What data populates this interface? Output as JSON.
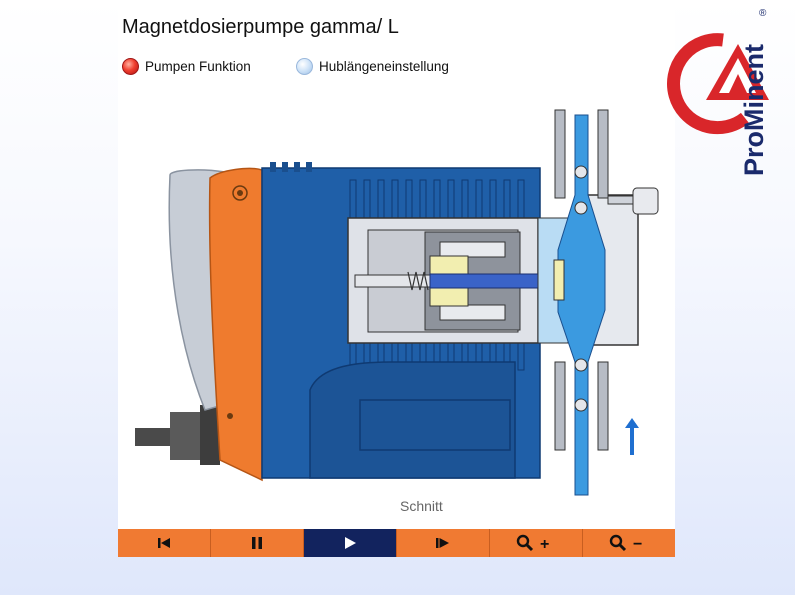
{
  "title": "Magnetdosierpumpe gamma/ L",
  "options": {
    "pump_function": "Pumpen Funktion",
    "stroke_length": "Hublängeneinstellung"
  },
  "caption": "Schnitt",
  "brand": {
    "logo_text": "ProMinent",
    "registered_mark": "®"
  },
  "toolbar": {
    "buttons": [
      {
        "icon": "skip-back-icon",
        "label": ""
      },
      {
        "icon": "pause-icon",
        "label": ""
      },
      {
        "icon": "play-icon",
        "label": "",
        "active": true
      },
      {
        "icon": "step-forward-icon",
        "label": ""
      },
      {
        "icon": "zoom-in-icon",
        "label": "+"
      },
      {
        "icon": "zoom-out-icon",
        "label": "−"
      }
    ]
  },
  "colors": {
    "accent_orange": "#f07a32",
    "active_navy": "#12235e",
    "pump_blue": "#1f5fa8",
    "brand_red": "#d9262a",
    "brand_navy": "#1a2a6c",
    "fluid_blue": "#3b9ae0"
  }
}
